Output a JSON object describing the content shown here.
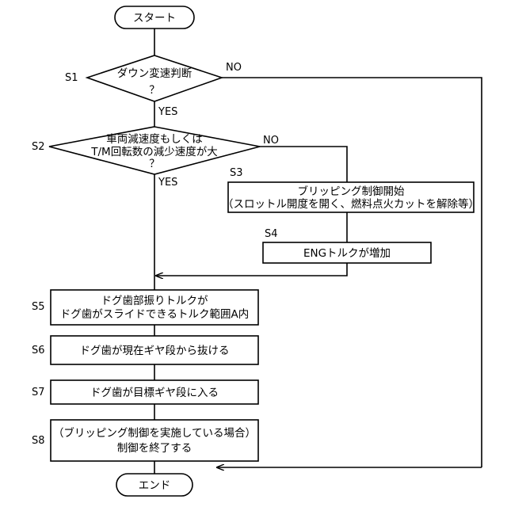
{
  "flowchart": {
    "start": "スタート",
    "end": "エンド",
    "s1": {
      "step": "S1",
      "line1": "ダウン変速判断",
      "line2": "？",
      "yes": "YES",
      "no": "NO"
    },
    "s2": {
      "step": "S2",
      "line1": "車両減速度もしくは",
      "line2": "T/M回転数の減少速度が大",
      "line3": "？",
      "yes": "YES",
      "no": "NO"
    },
    "s3": {
      "step": "S3",
      "line1": "ブリッピング制御開始",
      "line2": "（スロットル開度を開く、燃料点火カットを解除等）"
    },
    "s4": {
      "step": "S4",
      "line1": "ENGトルクが増加"
    },
    "s5": {
      "step": "S5",
      "line1": "ドグ歯部振りトルクが",
      "line2": "ドグ歯がスライドできるトルク範囲A内"
    },
    "s6": {
      "step": "S6",
      "line1": "ドグ歯が現在ギヤ段から抜ける"
    },
    "s7": {
      "step": "S7",
      "line1": "ドグ歯が目標ギヤ段に入る"
    },
    "s8": {
      "step": "S8",
      "line1": "（ブリッピング制御を実施している場合）",
      "line2": "制御を終了する"
    }
  }
}
